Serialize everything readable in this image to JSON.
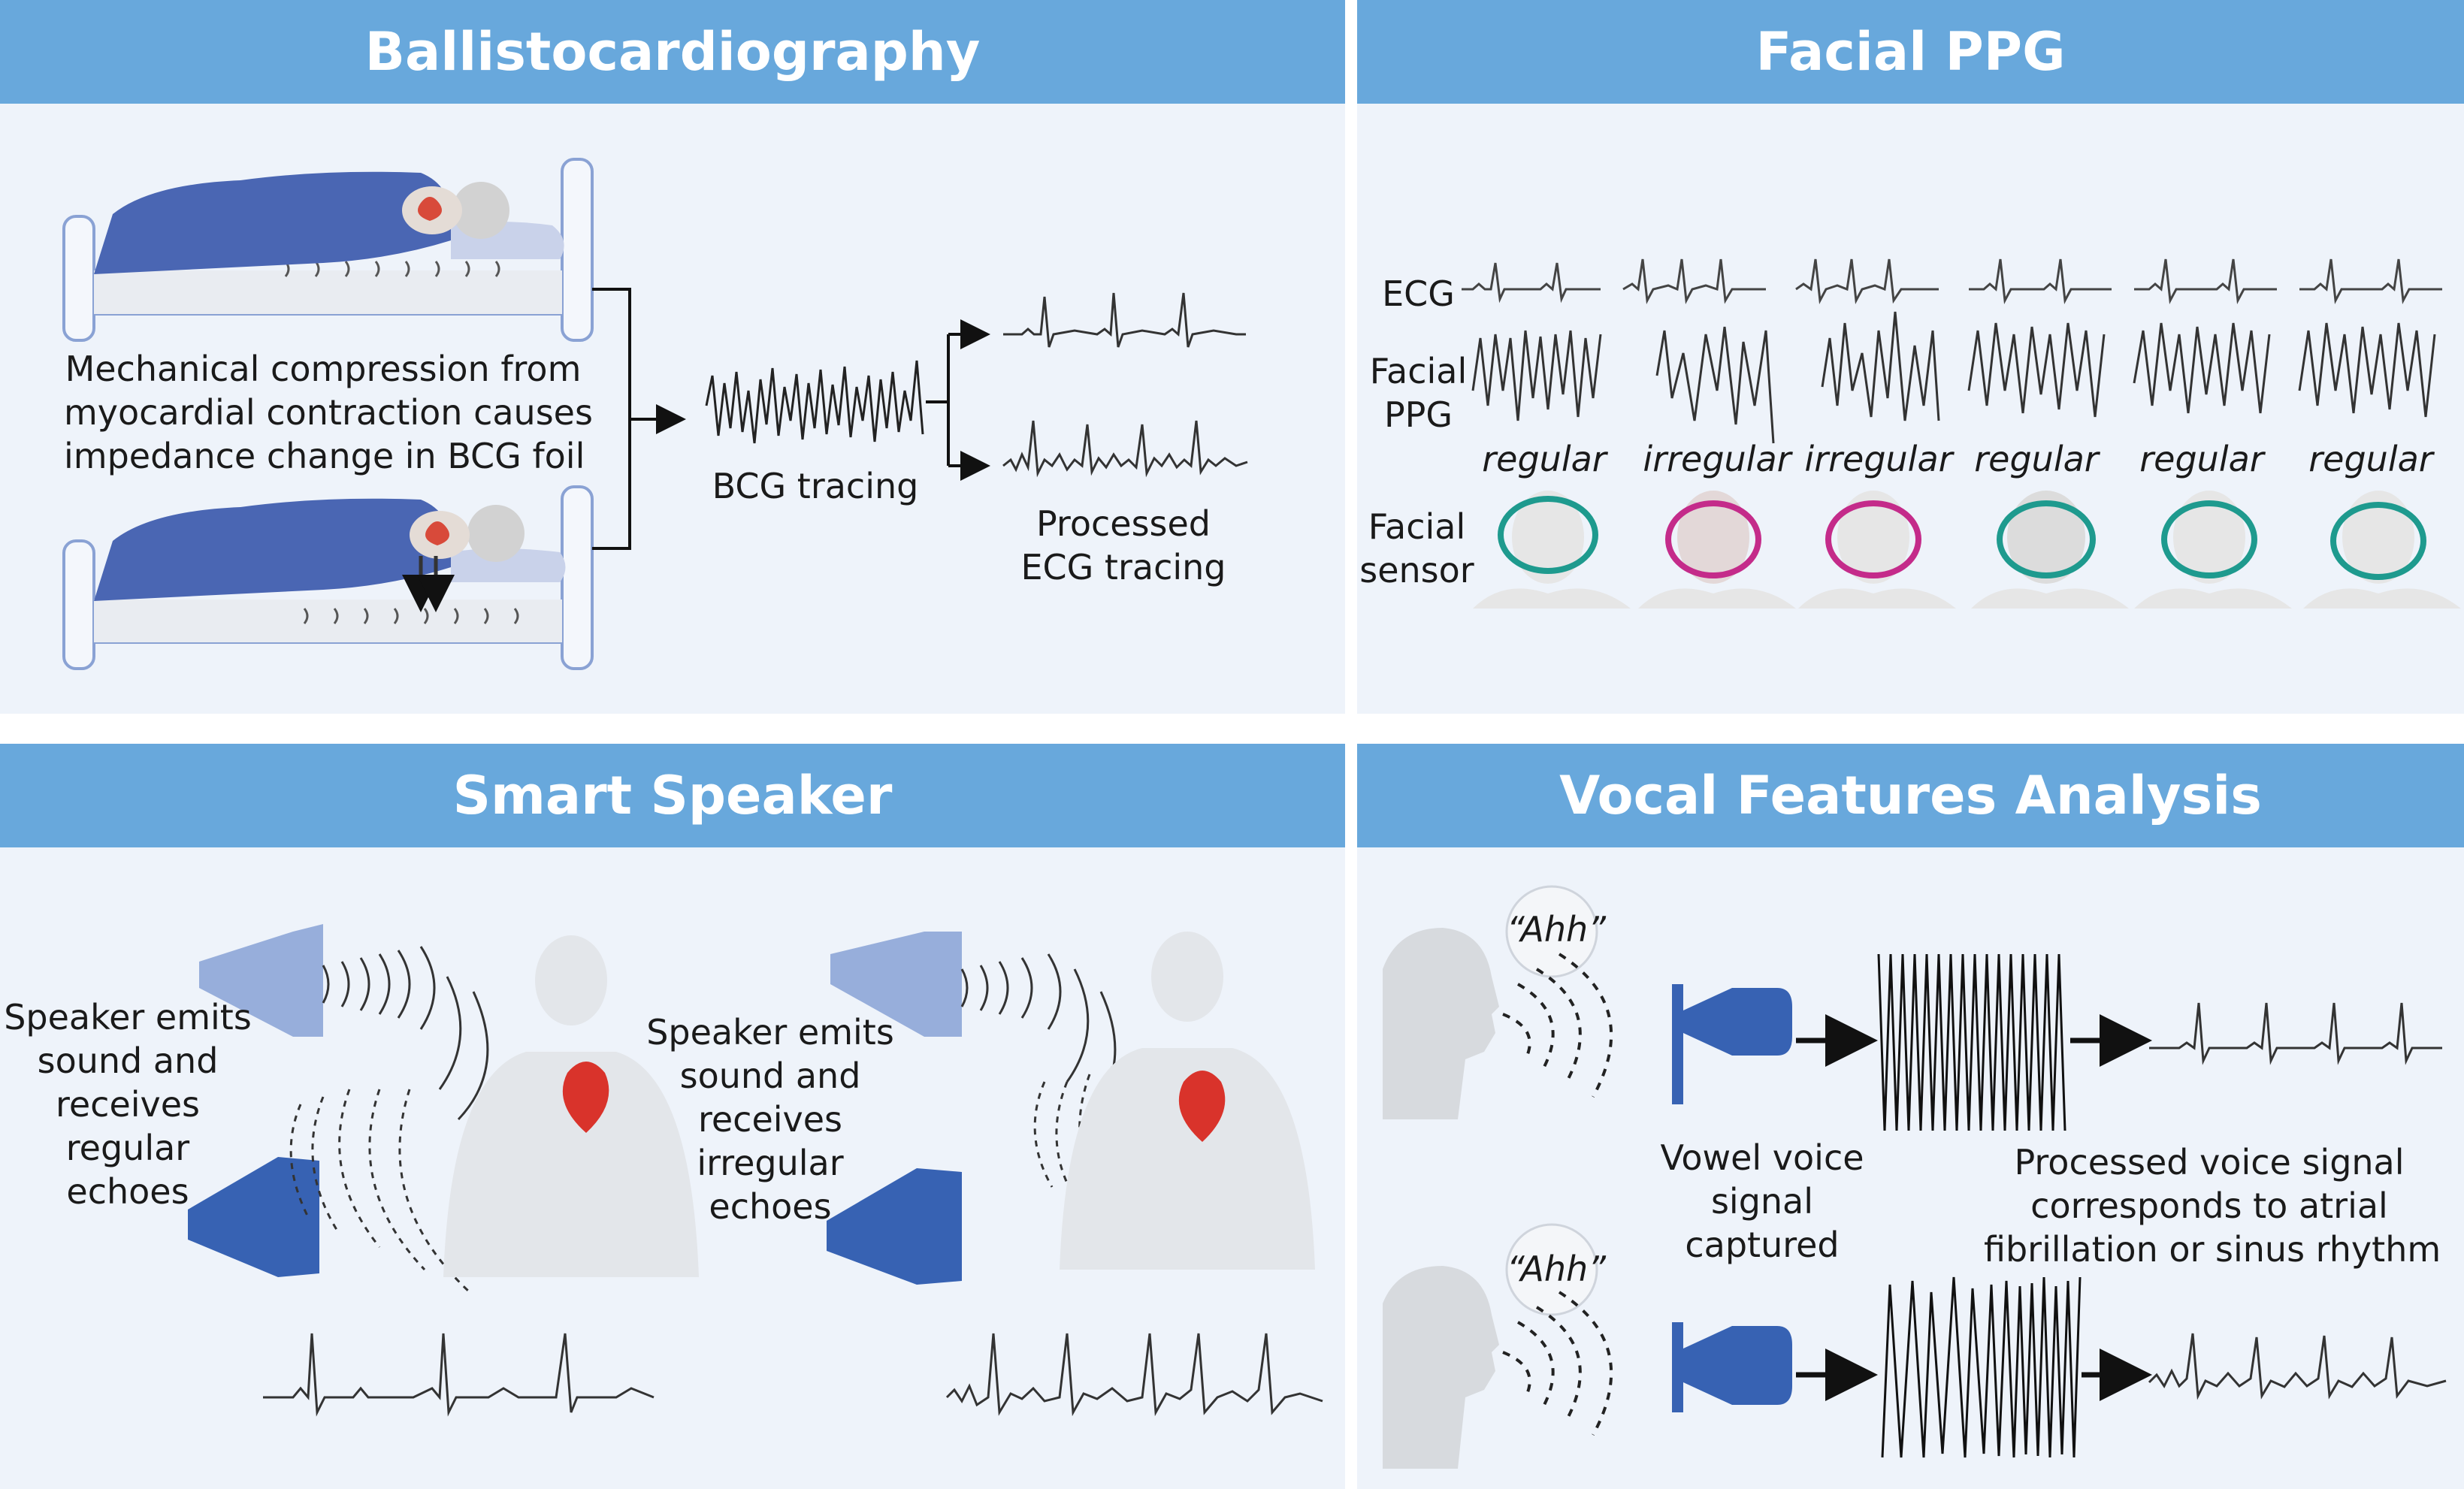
{
  "panels": {
    "bcg": {
      "title": "Ballistocardiography",
      "caption_lines": [
        "Mechanical compression from",
        "myocardial contraction causes",
        "impedance change in BCG foil"
      ],
      "bcg_label": "BCG tracing",
      "processed_lines": [
        "Processed",
        "ECG tracing"
      ]
    },
    "ppg": {
      "title": "Facial PPG",
      "row_ecg": "ECG",
      "row_ppg_lines": [
        "Facial",
        "PPG"
      ],
      "row_sensor_lines": [
        "Facial",
        "sensor"
      ],
      "rhythms": [
        "regular",
        "irregular",
        "irregular",
        "regular",
        "regular",
        "regular"
      ]
    },
    "speaker": {
      "title": "Smart Speaker",
      "left_lines": [
        "Speaker emits",
        "sound and",
        "receives",
        "regular",
        "echoes"
      ],
      "right_lines": [
        "Speaker emits",
        "sound and",
        "receives",
        "irregular",
        "echoes"
      ]
    },
    "vocal": {
      "title": "Vocal Features Analysis",
      "speech_1": "“Ahh”",
      "speech_2": "“Ahh”",
      "captured_lines": [
        "Vowel voice",
        "signal",
        "captured"
      ],
      "processed_lines": [
        "Processed voice signal",
        "corresponds to atrial",
        "fibrillation or sinus rhythm"
      ]
    }
  },
  "colors": {
    "header": "#68a8dc",
    "panel": "#eef3fa",
    "regular_ring": "#1e9a8e",
    "irregular_ring": "#c42b8a",
    "speaker_dark": "#3762b3",
    "speaker_light": "#97aedb",
    "blanket": "#4a66b3"
  },
  "icons": [
    "bed-icon",
    "patient-icon",
    "heart-icon",
    "face-icon",
    "torso-icon",
    "speaker-icon",
    "speech-bubble-icon",
    "arrow-icon"
  ]
}
